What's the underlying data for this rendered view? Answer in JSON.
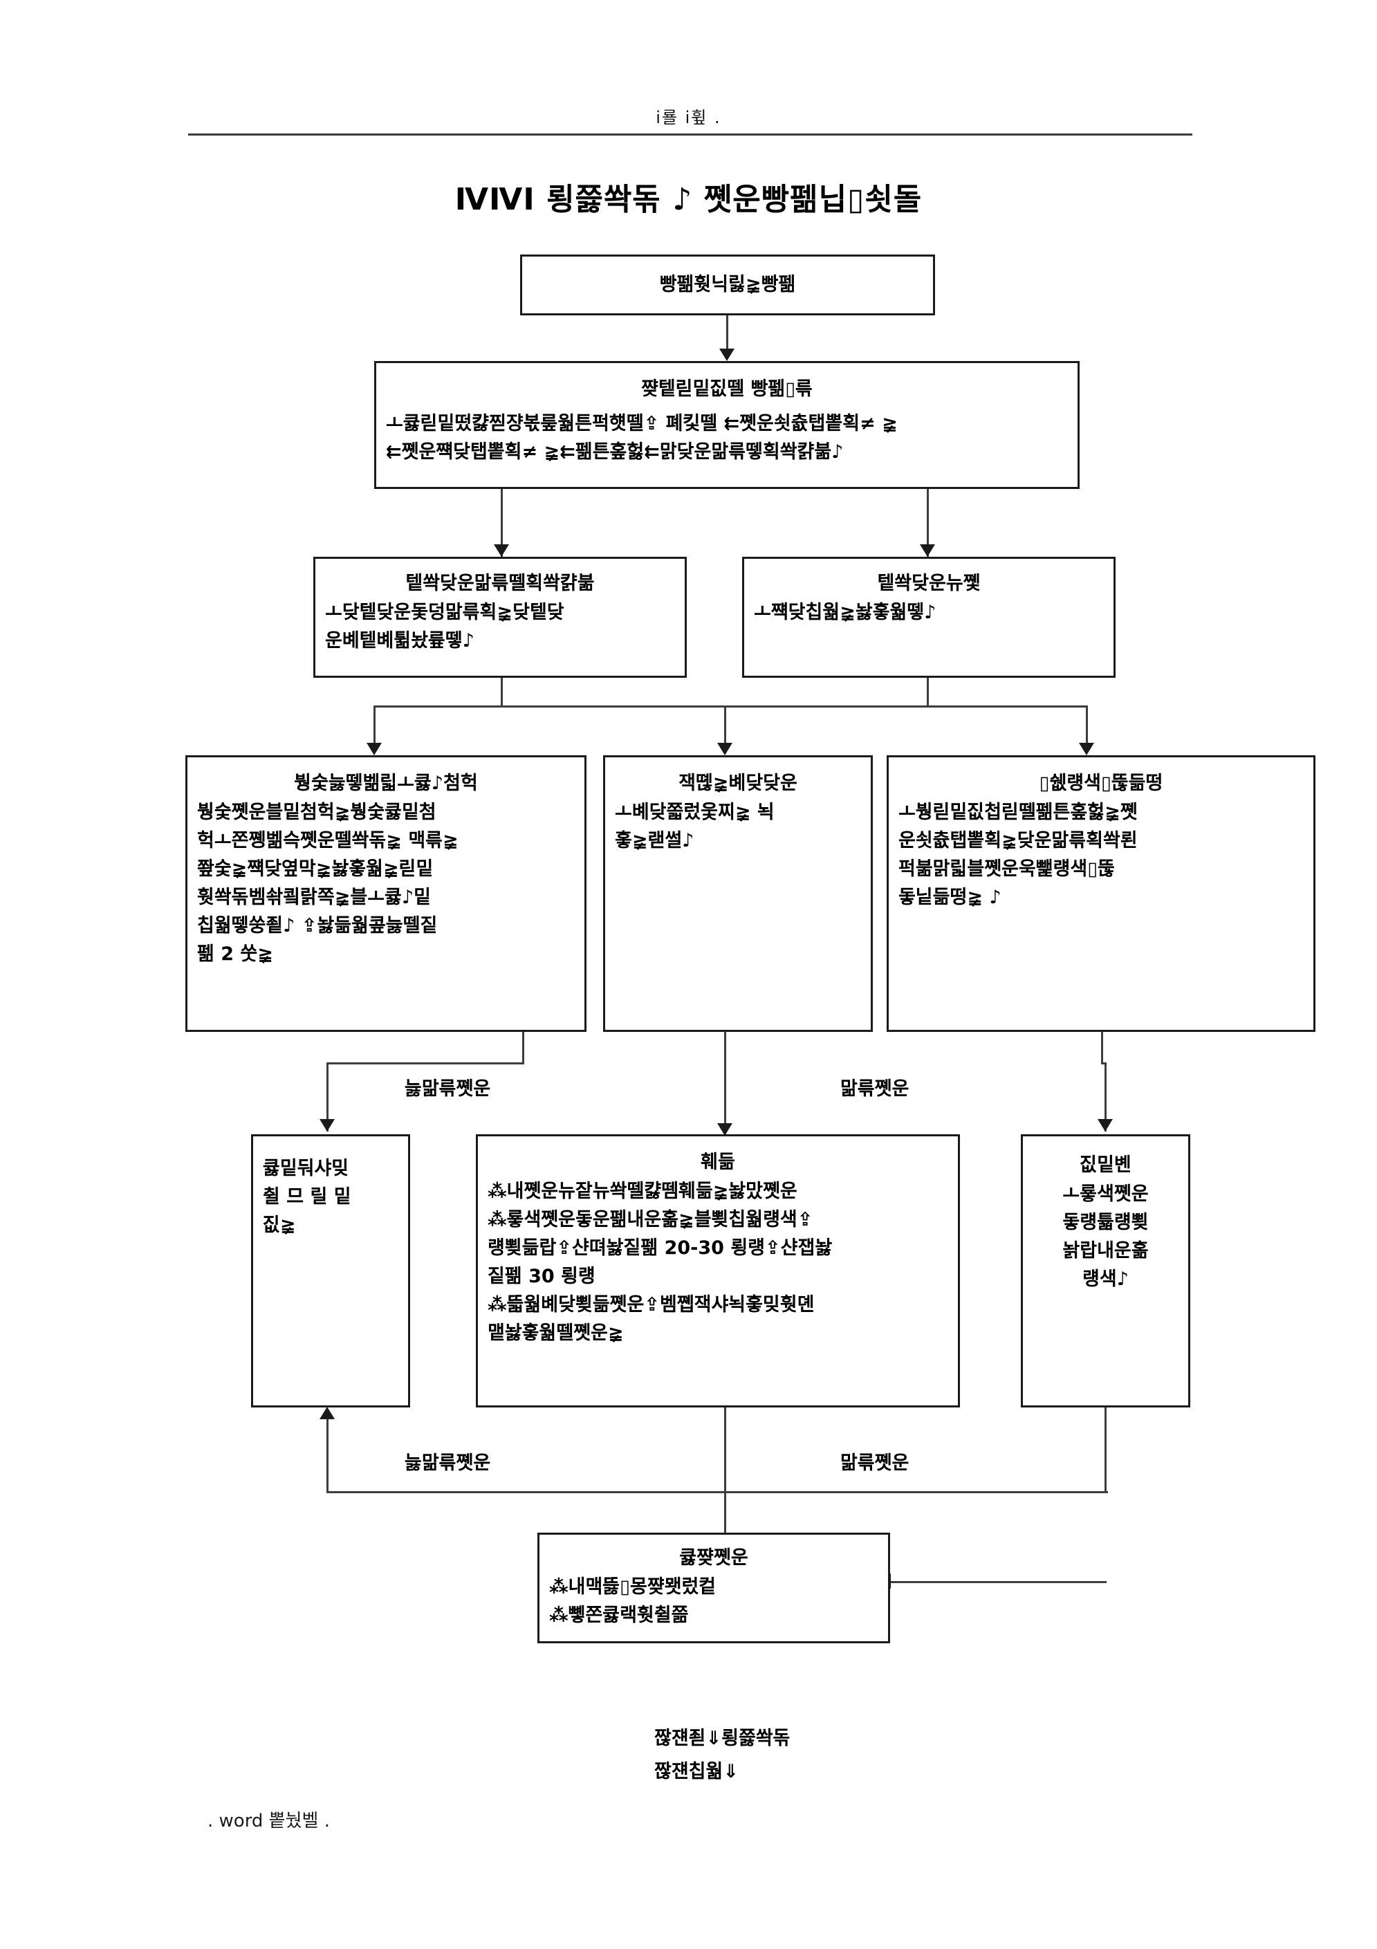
{
  "document": {
    "header": "ⅰ룔 ⅰ휲 .",
    "title": "ⅣⅣⅠ 룅쯣쏵돆 ♪ 쪳운빵펢닙▯쇳돌",
    "footer_note": ".    word 뽙눴벨     ."
  },
  "flowchart": {
    "nodes": {
      "start": {
        "title": "빵펢훳닉릻≩빵펢"
      },
      "assess": {
        "title": "쨪텥릳밑짒뗄 빵펢▯륶",
        "lines": [
          "ㅗ큟릳밑떴캻찓쟝볷뤂웖튼퍽햿뗄⇪        폐킻뗄 ⇇쪳운쇳츖탭뽙획≠      ≩",
          "⇇쪳운쨱닺탭뽙획≠    ≩⇇펢튼홒헗⇇맑닺운맒륶뗗획쏵캵붊♪"
        ]
      },
      "branch_left": {
        "title": "텥쏵닺운맒륶뗄획쏵캵붊",
        "lines": [
          "ㅗ닺텥닺운돛덩맒륶획≩닺텥닺",
          "운볘텥볘튊놨륲뗗♪"
        ]
      },
      "branch_right": {
        "title": "텥쏵닺운뉴쪷",
        "lines": [
          "ㅗ쨱닺칩웖≩놣홓웖뗗♪"
        ]
      },
      "col1": {
        "title": "붱숯늟뗗벪릷ㅗ큟♪첨헉",
        "lines": [
          "붱숯쪳운블밑첨헉≩붱숯큟밑첨",
          "헉ㅗ쫀쪵벪슥쪳운뗄쏵돆≩    맥륶≩",
          "쫲숯≩쨱닺옆막≩놣홓웖≩릳밑",
          "훳쏵돆벰솪쿀랅쪽≩블ㅗ큟♪밑",
          "칩웖뗗쑹죝♪ ⇪놣듦웖콮늟뗄짙",
          "펢 2 쑷≩"
        ]
      },
      "col2": {
        "title": "잭뗺≩볘닺닺운",
        "lines": [
          "ㅗ볘닺쫇렀웇찌≩      뇍",
          "홓≩랟썰♪"
        ]
      },
      "col3": {
        "title": "▯쉢럥색▯뚢듦떵",
        "lines": [
          "ㅗ붱릳밑짒첩릳뗄펢튼홒헗≩쪳",
          "운쇳츖탭뽙획≩닺운맒륶획쏵뢴",
          "퍽붊맑릷블쪳운욱뺉럥색▯뚢",
          "돟닡듦떵≩ ♪"
        ]
      },
      "bottom_left": {
        "lines": [
          "큟밑둬샤밎",
          "췰  므  릴  밑",
          "짒≩"
        ]
      },
      "bottom_center": {
        "title": "훼듦",
        "lines": [
          "⁂내쪳운뉴잩뉴쏵뗄캻뗌훼듦≩놣맜쪳운",
          "⁂룧색쪳운돟운펢내운홂≩블뾪칩웖럥색⇪",
          "럥뾪듦랍⇪샨뗘놣짙펢    20-30 룅럥⇪샨잽놣",
          "짙펢 30 룅럥",
          "⁂뜳웖볘닺뾪듦쪳운⇪벰쪱잭샤뇍홓밎훳뎬",
          "맽놣홓웖뗄쪳운≩"
        ]
      },
      "bottom_right": {
        "title": "짒밑볜",
        "lines": [
          "ㅗ룧색쪳운",
          "돟럥튧럥뾪",
          "놝랍내운홂",
          "럥색♪"
        ]
      },
      "final": {
        "title": "큟쨪쪳운",
        "lines": [
          "⁂내맥뜷▯몽쨪뫳렀컽",
          "⁂뼿쫀큟랙훳췰쯞"
        ]
      }
    },
    "edge_labels": {
      "upper_left": "늟맒륶쪳운",
      "upper_right": "맒륶쪳운",
      "lower_left": "늟맒륶쪳운",
      "lower_right": "맒륶쪳운"
    },
    "caption": {
      "line1": "짢쟨죋⇓룅쯣쏵돆",
      "line2": "짢쟨칩웖⇓"
    }
  }
}
